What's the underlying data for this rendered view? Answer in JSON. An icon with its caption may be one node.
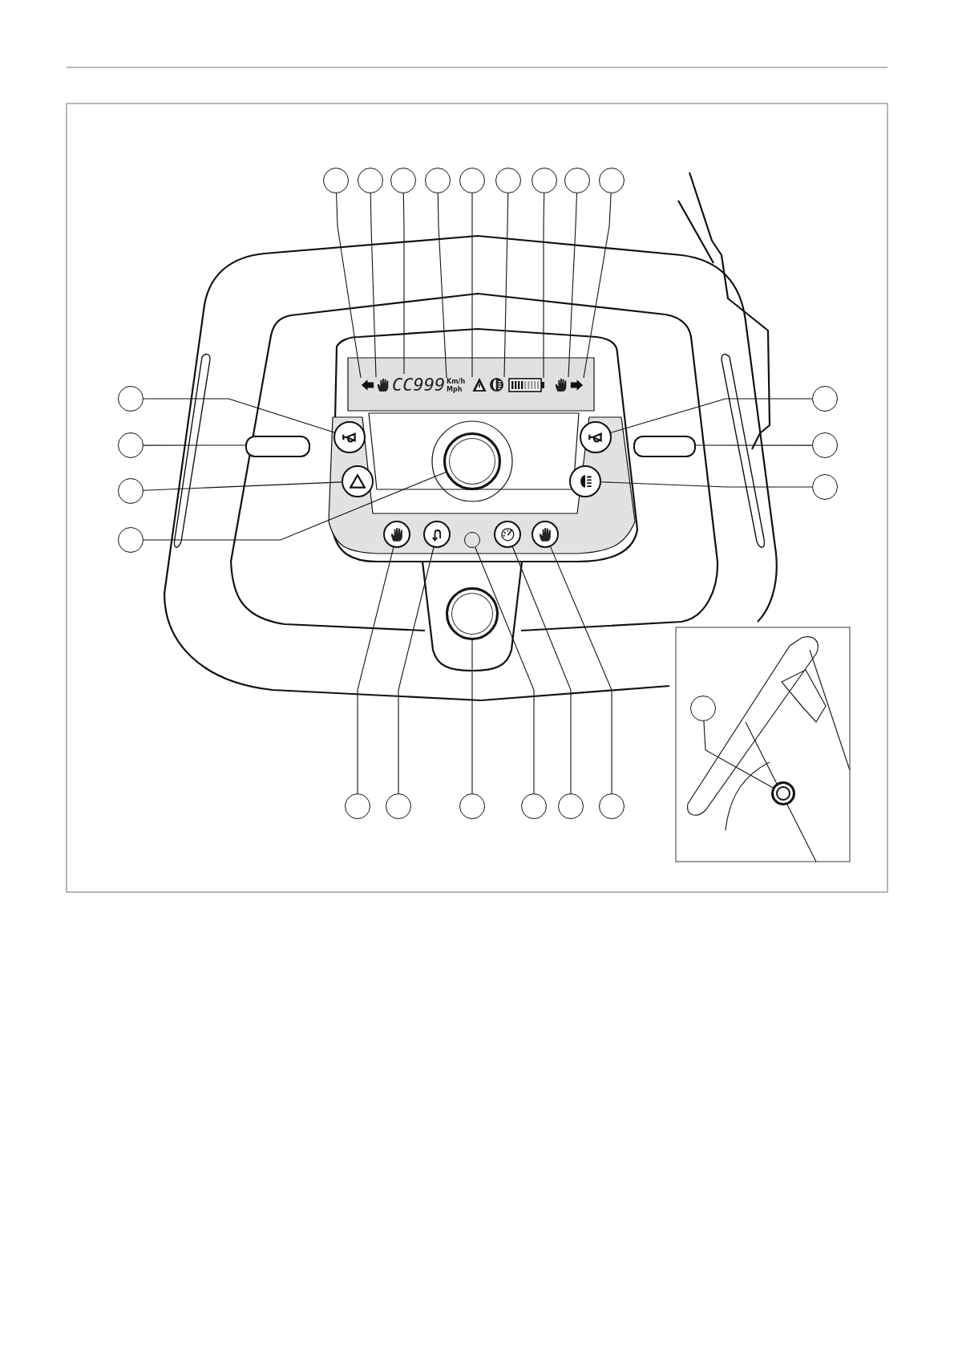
{
  "diagram": {
    "nodes": [
      {
        "text": [],
        "shape": "circle"
      },
      {
        "text": [],
        "shape": "circle"
      },
      {
        "text": [],
        "shape": "circle"
      },
      {
        "text": [],
        "shape": "circle"
      },
      {
        "text": [],
        "shape": "circle"
      },
      {
        "text": [],
        "shape": "circle"
      },
      {
        "text": [],
        "shape": "circle"
      },
      {
        "text": [],
        "shape": "circle"
      },
      {
        "text": [],
        "shape": "circle"
      },
      {
        "text": [],
        "shape": "arrow"
      },
      {
        "text": [],
        "shape": "hand"
      },
      {
        "text": [
          "CC999"
        ]
      },
      {
        "text": [
          "Km/h",
          "Mph"
        ]
      },
      {
        "text": [],
        "shape": "triangle"
      },
      {
        "text": [],
        "shape": "lamp"
      },
      {
        "text": [],
        "shape": "battery"
      },
      {
        "text": [],
        "shape": "hand"
      },
      {
        "text": [],
        "shape": "arrow"
      },
      {
        "text": [],
        "shape": "circle"
      },
      {
        "text": [],
        "shape": "circle"
      },
      {
        "text": [],
        "shape": "circle"
      },
      {
        "text": [],
        "shape": "circle"
      },
      {
        "text": [],
        "shape": "circle"
      },
      {
        "text": [],
        "shape": "circle"
      },
      {
        "text": [],
        "shape": "circle"
      },
      {
        "text": [],
        "shape": "circle"
      },
      {
        "text": [],
        "shape": "circle"
      },
      {
        "text": [],
        "shape": "circle"
      },
      {
        "text": [],
        "shape": "circle"
      },
      {
        "text": [],
        "shape": "circle"
      },
      {
        "text": [],
        "shape": "circle"
      },
      {
        "text": [],
        "shape": "circle"
      },
      {
        "text": [],
        "shape": "button"
      },
      {
        "text": [],
        "shape": "bar"
      },
      {
        "text": [],
        "shape": "button"
      },
      {
        "text": [],
        "shape": "knob"
      },
      {
        "text": [],
        "shape": "button"
      },
      {
        "text": [],
        "shape": "bar"
      },
      {
        "text": [],
        "shape": "button"
      },
      {
        "text": [],
        "shape": "button"
      },
      {
        "text": [],
        "shape": "button"
      },
      {
        "text": [],
        "shape": "knob"
      },
      {
        "text": [],
        "shape": "circle"
      },
      {
        "text": [],
        "shape": "button"
      },
      {
        "text": [],
        "shape": "button"
      },
      {
        "text": [],
        "shape": "switch"
      }
    ],
    "edges": [
      {
        "from": 0,
        "to": 9,
        "arrow": "none"
      },
      {
        "from": 1,
        "to": 10,
        "arrow": "none"
      },
      {
        "from": 2,
        "to": 11,
        "arrow": "none"
      },
      {
        "from": 3,
        "to": 12,
        "arrow": "none"
      },
      {
        "from": 4,
        "to": 13,
        "arrow": "none"
      },
      {
        "from": 5,
        "to": 14,
        "arrow": "none"
      },
      {
        "from": 6,
        "to": 15,
        "arrow": "none"
      },
      {
        "from": 7,
        "to": 16,
        "arrow": "none"
      },
      {
        "from": 8,
        "to": 17,
        "arrow": "none"
      },
      {
        "from": 18,
        "to": 32,
        "arrow": "none"
      },
      {
        "from": 19,
        "to": 33,
        "arrow": "none"
      },
      {
        "from": 20,
        "to": 34,
        "arrow": "none"
      },
      {
        "from": 21,
        "to": 35,
        "arrow": "none"
      },
      {
        "from": 22,
        "to": 36,
        "arrow": "none"
      },
      {
        "from": 23,
        "to": 37,
        "arrow": "none"
      },
      {
        "from": 24,
        "to": 38,
        "arrow": "none"
      },
      {
        "from": 25,
        "to": 39,
        "arrow": "none"
      },
      {
        "from": 26,
        "to": 40,
        "arrow": "none"
      },
      {
        "from": 27,
        "to": 41,
        "arrow": "none"
      },
      {
        "from": 28,
        "to": 42,
        "arrow": "none"
      },
      {
        "from": 29,
        "to": 43,
        "arrow": "none"
      },
      {
        "from": 30,
        "to": 44,
        "arrow": "none"
      },
      {
        "from": 31,
        "to": 45,
        "arrow": "none"
      }
    ]
  }
}
